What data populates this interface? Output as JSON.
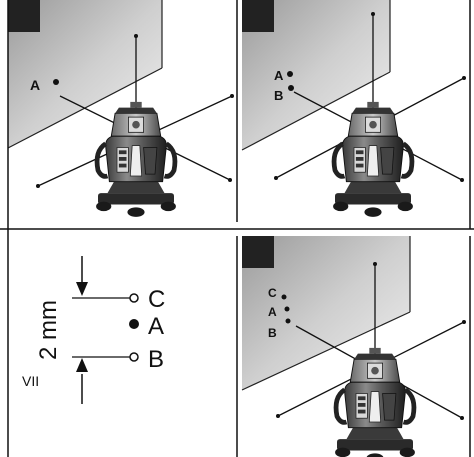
{
  "panel_1": {
    "labels": {
      "a": "A"
    }
  },
  "panel_2": {
    "labels": {
      "a": "A",
      "b": "B"
    }
  },
  "panel_3": {
    "dimension": "2 mm",
    "labels": {
      "c": "C",
      "a": "A",
      "b": "B"
    },
    "corner_mark": "VII"
  },
  "panel_4": {
    "labels": {
      "c": "C",
      "a": "A",
      "b": "B"
    }
  },
  "colors": {
    "line": "#111111",
    "wall": "#c8c8c8",
    "corner_block": "#222222"
  }
}
